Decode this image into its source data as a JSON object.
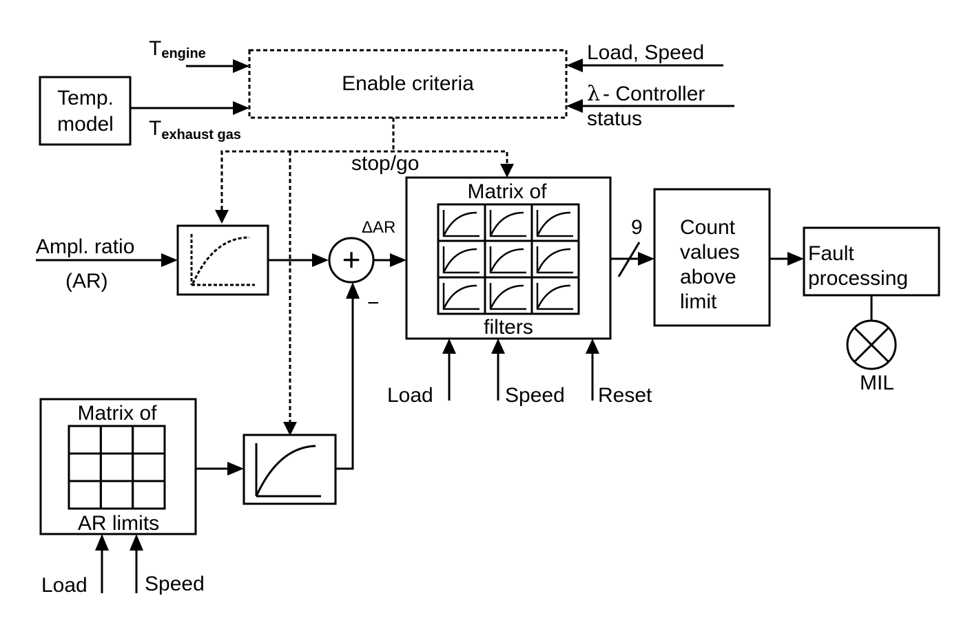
{
  "diagram": {
    "inputs": {
      "t_engine": {
        "main": "T",
        "sub": "engine"
      },
      "t_exhaust": {
        "main": "T",
        "sub": "exhaust gas"
      },
      "load_speed": "Load, Speed",
      "lambda_symbol": "λ",
      "lambda_controller": "- Controller",
      "lambda_status": "status",
      "ampl_ratio": "Ampl. ratio",
      "ar_abbrev": "(AR)"
    },
    "blocks": {
      "temp_model": [
        "Temp.",
        "model"
      ],
      "enable_criteria": "Enable criteria",
      "filter_matrix_top": "Matrix of",
      "filter_matrix_bottom": "filters",
      "ar_limits_top": "Matrix of",
      "ar_limits_bottom": "AR limits",
      "count_values": [
        "Count",
        "values",
        "above",
        "limit"
      ],
      "fault_processing": [
        "Fault",
        "processing"
      ],
      "mil": "MIL"
    },
    "signals": {
      "stop_go": "stop/go",
      "delta_ar": "ΔAR",
      "minus_sign": "−",
      "bus_width": "9",
      "filter_load": "Load",
      "filter_speed": "Speed",
      "filter_reset": "Reset",
      "limits_load": "Load",
      "limits_speed": "Speed"
    },
    "summing_junction_symbol": "+",
    "filter_matrix_size": {
      "rows": 3,
      "cols": 3
    },
    "ar_limits_matrix_size": {
      "rows": 3,
      "cols": 3
    }
  }
}
